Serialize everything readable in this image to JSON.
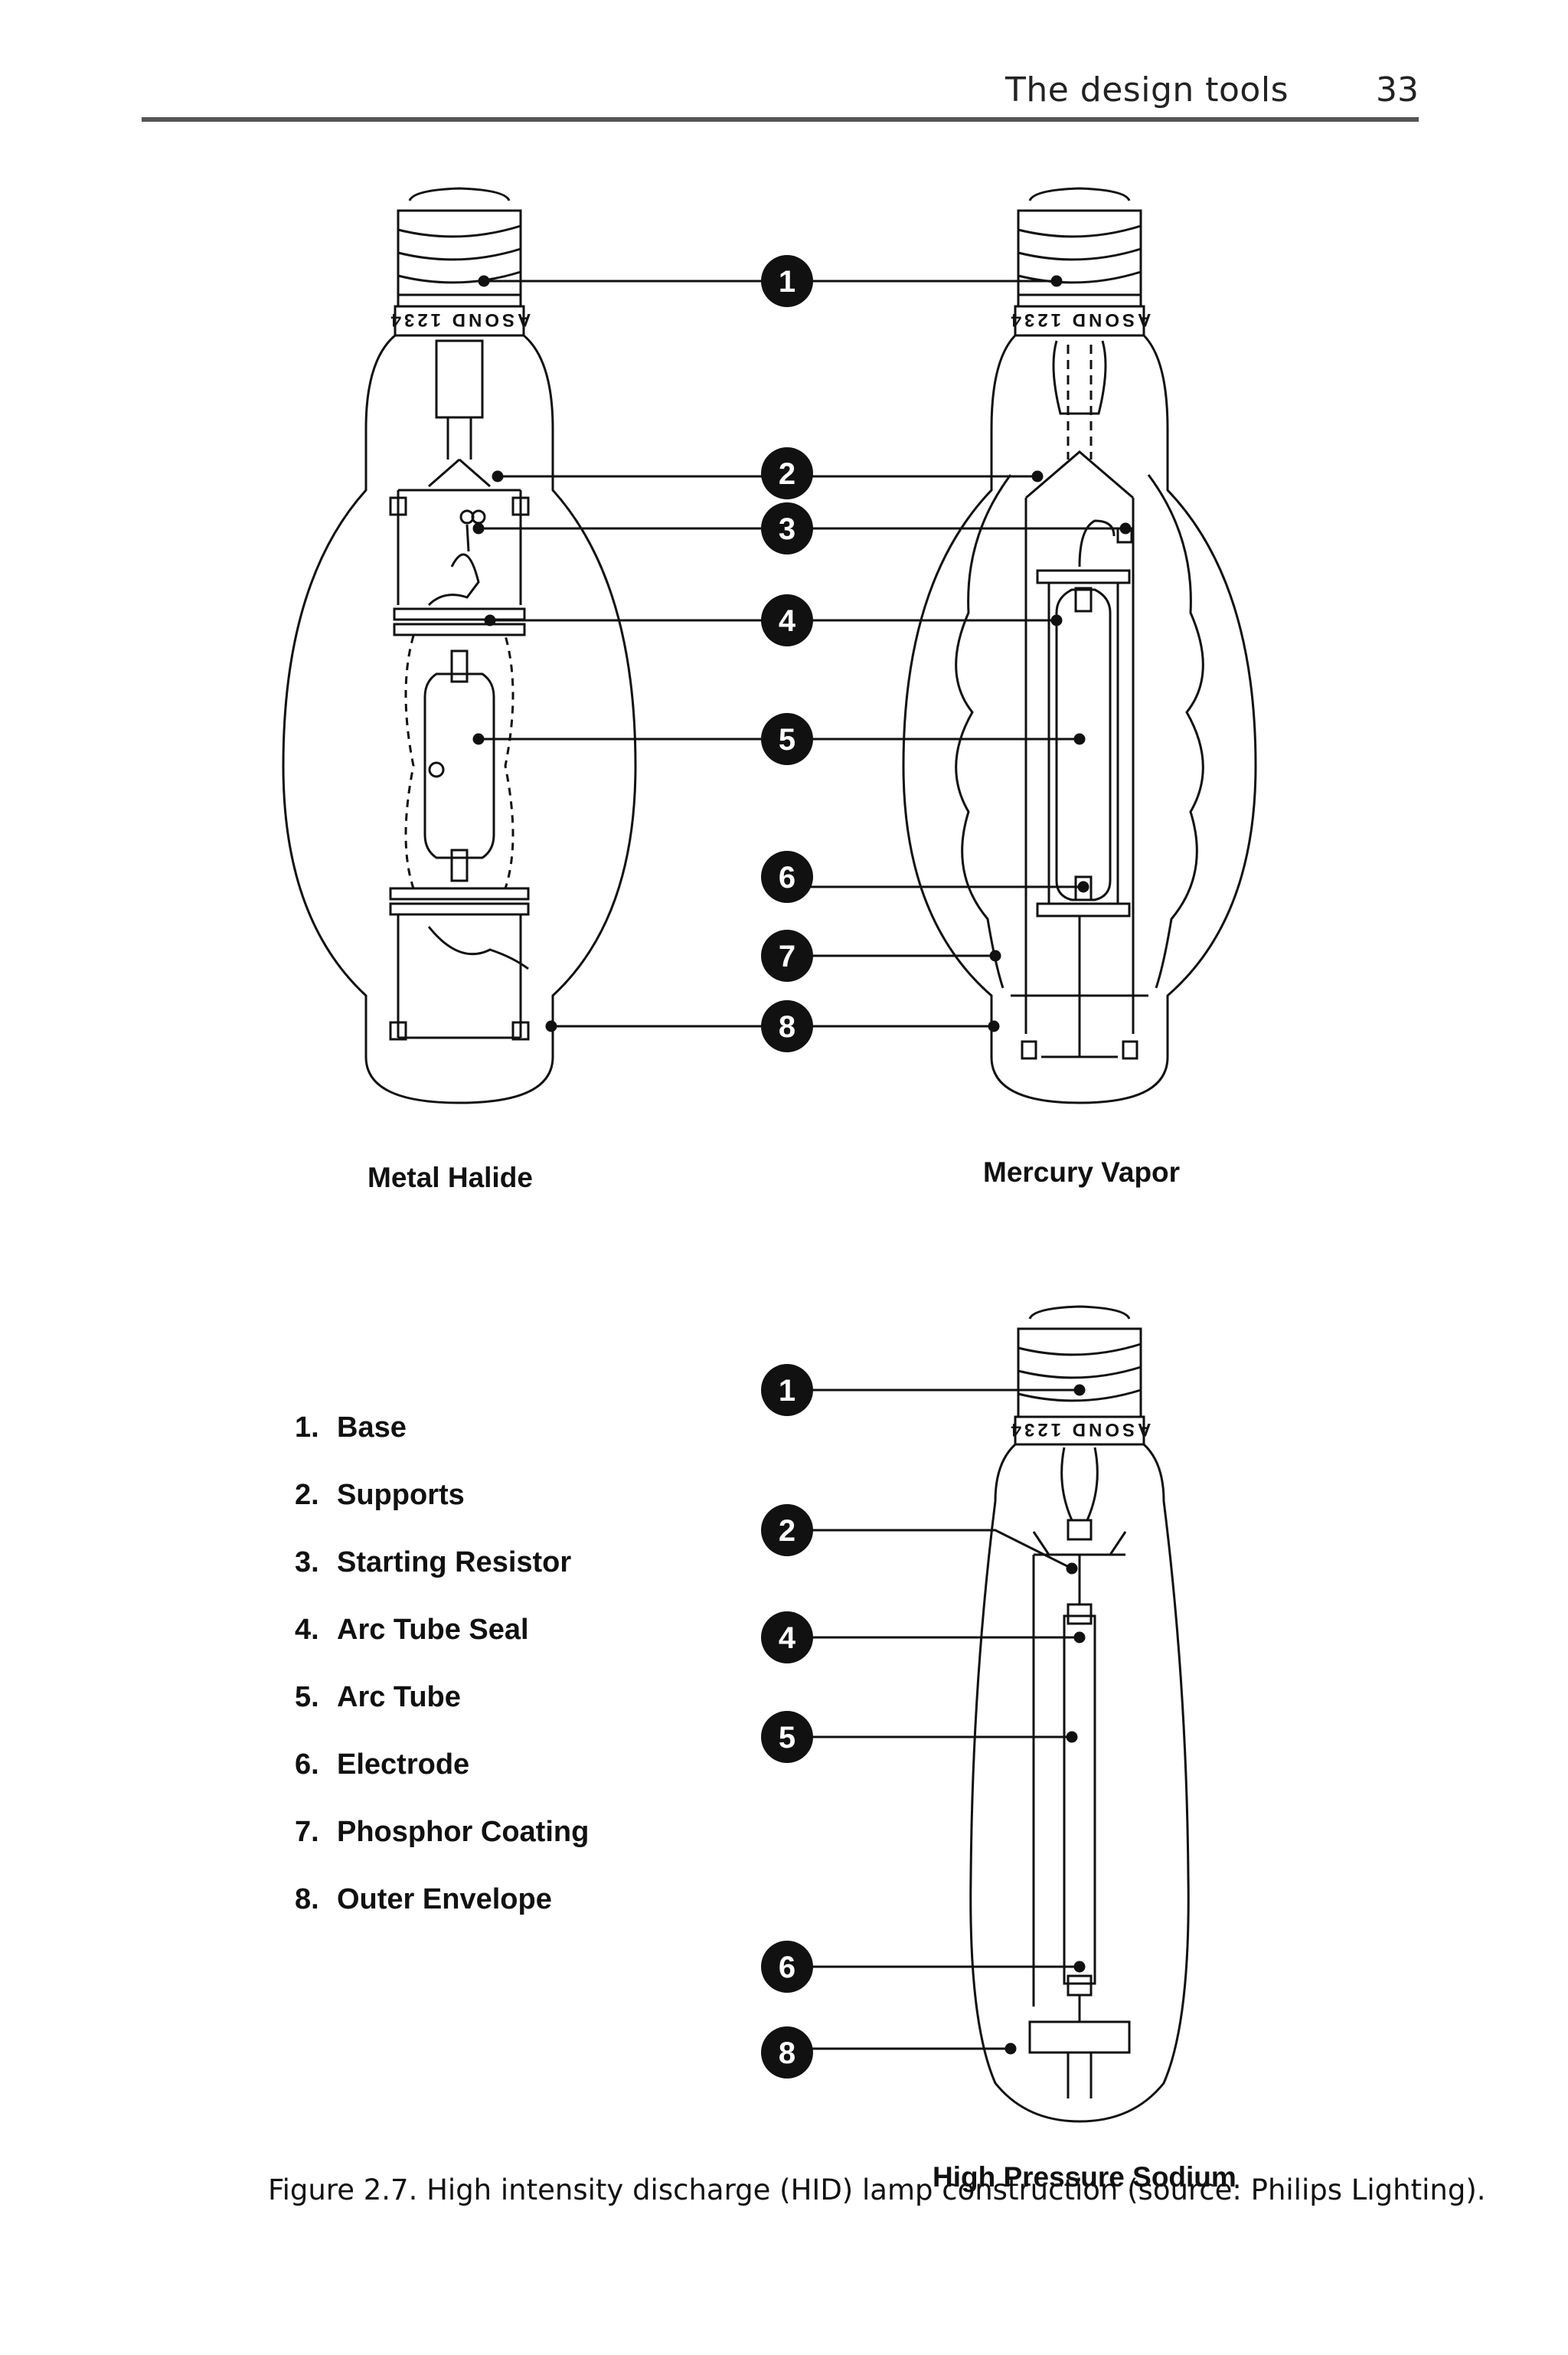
{
  "header": {
    "running_head": "The design tools",
    "page_number": "33"
  },
  "lamps": {
    "metal_halide": "Metal Halide",
    "mercury_vapor": "Mercury Vapor",
    "high_pressure_sodium": "High Pressure Sodium"
  },
  "base_stamp": "ASOND 1234",
  "markers_top": [
    "1",
    "2",
    "3",
    "4",
    "5",
    "6",
    "7",
    "8"
  ],
  "markers_bottom": [
    "1",
    "2",
    "4",
    "5",
    "6",
    "8"
  ],
  "legend": [
    {
      "num": "1.",
      "label": "Base"
    },
    {
      "num": "2.",
      "label": "Supports"
    },
    {
      "num": "3.",
      "label": "Starting Resistor"
    },
    {
      "num": "4.",
      "label": "Arc Tube Seal"
    },
    {
      "num": "5.",
      "label": "Arc Tube"
    },
    {
      "num": "6.",
      "label": "Electrode"
    },
    {
      "num": "7.",
      "label": "Phosphor Coating"
    },
    {
      "num": "8.",
      "label": "Outer Envelope"
    }
  ],
  "caption": "Figure 2.7. High intensity discharge (HID) lamp construction (source: Philips Lighting)."
}
